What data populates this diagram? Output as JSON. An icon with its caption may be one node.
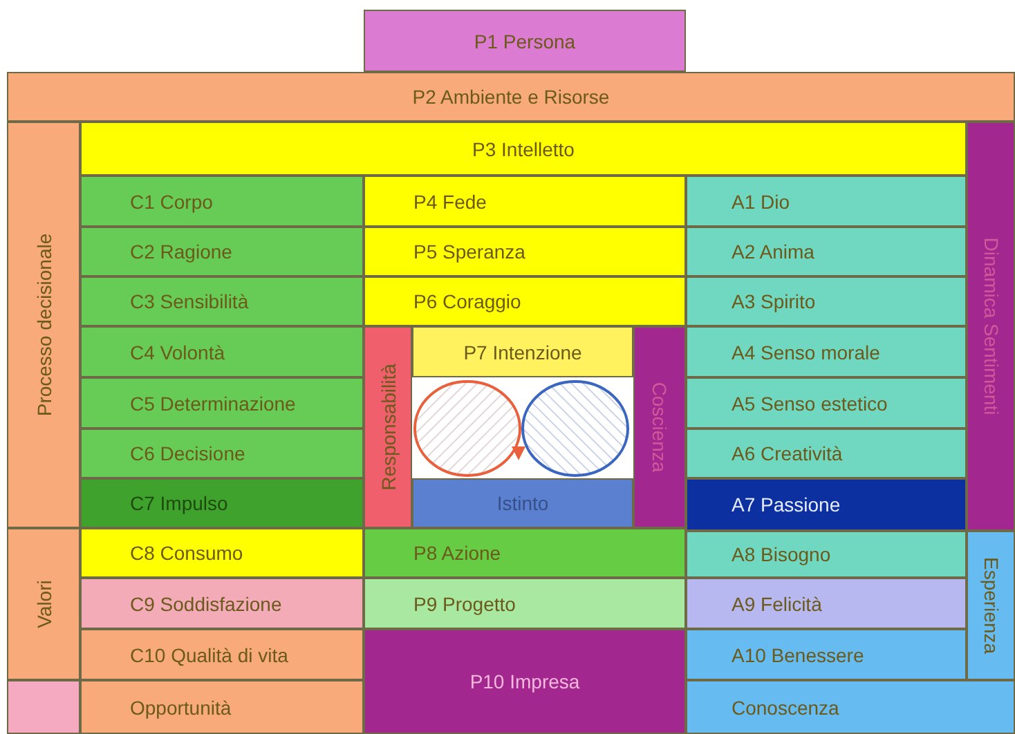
{
  "diagram": {
    "nodes": [
      {
        "text": [
          "P1 Persona"
        ]
      },
      {
        "text": [
          "P2 Ambiente e Risorse"
        ]
      },
      {
        "text": [
          "Processo decisionale"
        ]
      },
      {
        "text": [
          "P3 Intelletto"
        ]
      },
      {
        "text": [
          "Dinamica Sentimenti"
        ]
      },
      {
        "text": [
          "C1 Corpo"
        ]
      },
      {
        "text": [
          "P4 Fede"
        ]
      },
      {
        "text": [
          "A1 Dio"
        ]
      },
      {
        "text": [
          "C2 Ragione"
        ]
      },
      {
        "text": [
          "P5 Speranza"
        ]
      },
      {
        "text": [
          "A2 Anima"
        ]
      },
      {
        "text": [
          "C3 Sensibilità"
        ]
      },
      {
        "text": [
          "P6 Coraggio"
        ]
      },
      {
        "text": [
          "A3 Spirito"
        ]
      },
      {
        "text": [
          "C4 Volontà"
        ]
      },
      {
        "text": [
          "Responsabilità"
        ]
      },
      {
        "text": [
          "P7 Intenzione"
        ]
      },
      {
        "text": [
          "Coscienza"
        ]
      },
      {
        "text": [
          "A4 Senso morale"
        ]
      },
      {
        "text": [
          "C5 Determinazione"
        ]
      },
      {
        "text": [
          "A5 Senso estetico"
        ]
      },
      {
        "text": [
          "C6 Decisione"
        ]
      },
      {
        "text": [
          "A6 Creatività"
        ]
      },
      {
        "text": [
          "C7 Impulso"
        ]
      },
      {
        "text": [
          "Istinto"
        ]
      },
      {
        "text": [
          "A7 Passione"
        ]
      },
      {
        "text": [
          "Valori"
        ]
      },
      {
        "text": [
          "C8 Consumo"
        ]
      },
      {
        "text": [
          "P8 Azione"
        ]
      },
      {
        "text": [
          "A8 Bisogno"
        ]
      },
      {
        "text": [
          "Esperienza"
        ]
      },
      {
        "text": [
          "C9 Soddisfazione"
        ]
      },
      {
        "text": [
          "P9 Progetto"
        ]
      },
      {
        "text": [
          "A9 Felicità"
        ]
      },
      {
        "text": [
          "C10 Qualità di vita"
        ]
      },
      {
        "text": [
          "P10 Impresa"
        ]
      },
      {
        "text": [
          "A10 Benessere"
        ]
      },
      {
        "text": [],
        "shape": "box"
      },
      {
        "text": [
          "Opportunità"
        ]
      },
      {
        "text": [
          "Conoscenza"
        ]
      }
    ]
  }
}
